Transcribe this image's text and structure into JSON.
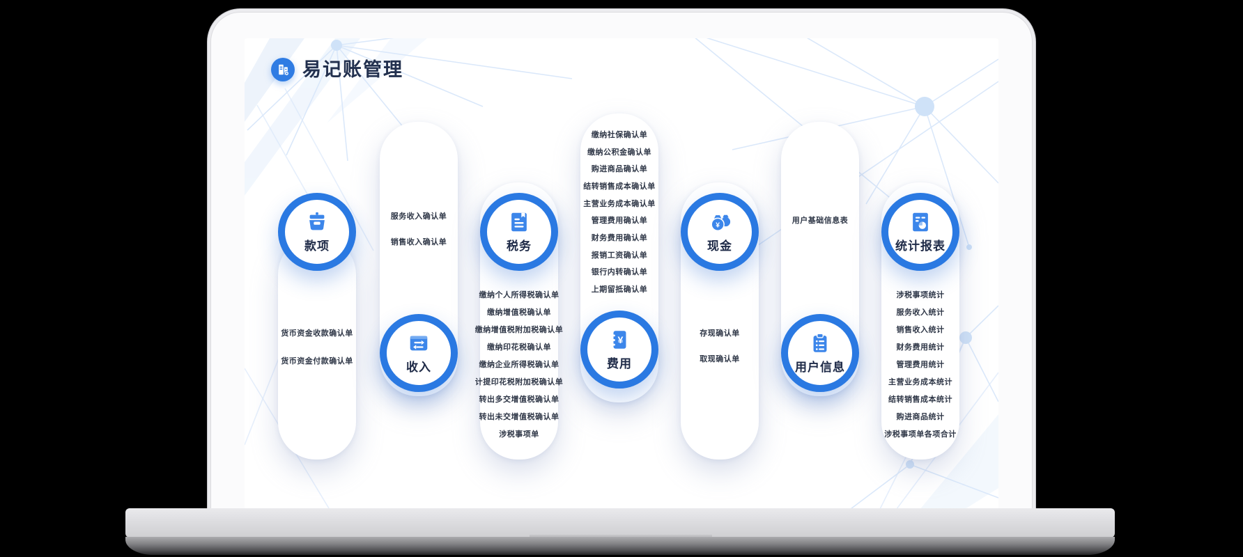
{
  "app": {
    "title": "易记账管理",
    "logo_icon": "bookkeeping-buildings-gear-icon"
  },
  "colors": {
    "accent_blue": "#2a79e2",
    "icon_blue": "#3c86ea",
    "title_text": "#22304e",
    "item_text": "#2f3747",
    "plexus_line": "#d9e7fa"
  },
  "columns": [
    {
      "id": "payments",
      "label": "款项",
      "icon": "payment-box-icon",
      "items": [
        "货币资金收款确认单",
        "货币资金付款确认单"
      ]
    },
    {
      "id": "income",
      "label": "收入",
      "icon": "transfer-arrows-icon",
      "items": [
        "服务收入确认单",
        "销售收入确认单"
      ]
    },
    {
      "id": "tax",
      "label": "税务",
      "icon": "tax-document-icon",
      "items": [
        "缴纳个人所得税确认单",
        "缴纳增值税确认单",
        "缴纳增值税附加税确认单",
        "缴纳印花税确认单",
        "缴纳企业所得税确认单",
        "计提印花税附加税确认单",
        "转出多交增值税确认单",
        "转出未交增值税确认单",
        "涉税事项单"
      ]
    },
    {
      "id": "expenses",
      "label": "费用",
      "icon": "yuan-wallet-icon",
      "items": [
        "缴纳社保确认单",
        "缴纳公积金确认单",
        "购进商品确认单",
        "结转销售成本确认单",
        "主营业务成本确认单",
        "管理费用确认单",
        "财务费用确认单",
        "报销工资确认单",
        "银行内转确认单",
        "上期留抵确认单"
      ]
    },
    {
      "id": "cash",
      "label": "现金",
      "icon": "money-bags-icon",
      "items": [
        "存现确认单",
        "取现确认单"
      ]
    },
    {
      "id": "user-info",
      "label": "用户信息",
      "icon": "clipboard-list-icon",
      "items": [
        "用户基础信息表"
      ]
    },
    {
      "id": "reports",
      "label": "统计报表",
      "icon": "report-chart-icon",
      "items": [
        "涉税事项统计",
        "服务收入统计",
        "销售收入统计",
        "财务费用统计",
        "管理费用统计",
        "主营业务成本统计",
        "结转销售成本统计",
        "购进商品统计",
        "涉税事项单各项合计"
      ]
    }
  ]
}
